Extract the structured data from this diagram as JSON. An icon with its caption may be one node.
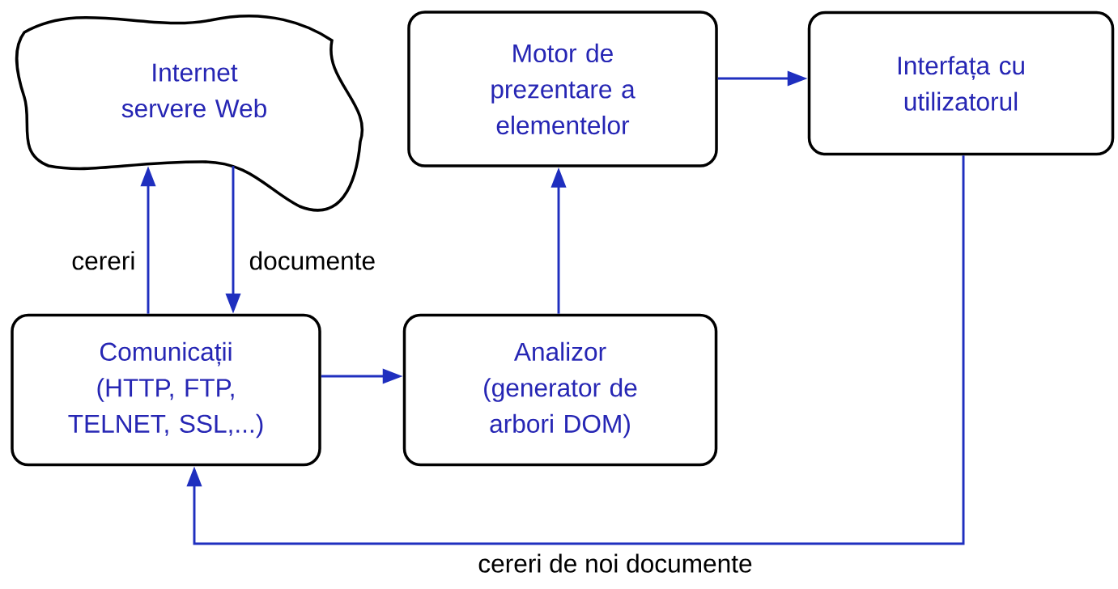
{
  "diagram": {
    "nodes": [
      {
        "text": [
          "Internet servere Web"
        ]
      },
      {
        "text": [
          "Motor de prezentare a elementelor"
        ]
      },
      {
        "text": [
          "Interfața cu utilizatorul"
        ]
      },
      {
        "text": [
          "Comunicații",
          "(HTTP, FTP, TELNET, SSL,...)"
        ]
      },
      {
        "text": [
          "Analizor",
          "(generator de arbori DOM)"
        ]
      }
    ],
    "edges": [
      {
        "from": 3,
        "to": 0,
        "arrow": "to",
        "label": "cereri"
      },
      {
        "from": 0,
        "to": 3,
        "arrow": "to",
        "label": "documente"
      },
      {
        "from": 3,
        "to": 4,
        "arrow": "to"
      },
      {
        "from": 4,
        "to": 1,
        "arrow": "to"
      },
      {
        "from": 1,
        "to": 2,
        "arrow": "to"
      },
      {
        "from": 2,
        "to": 3,
        "arrow": "to",
        "label": "cereri de noi documente"
      }
    ]
  }
}
